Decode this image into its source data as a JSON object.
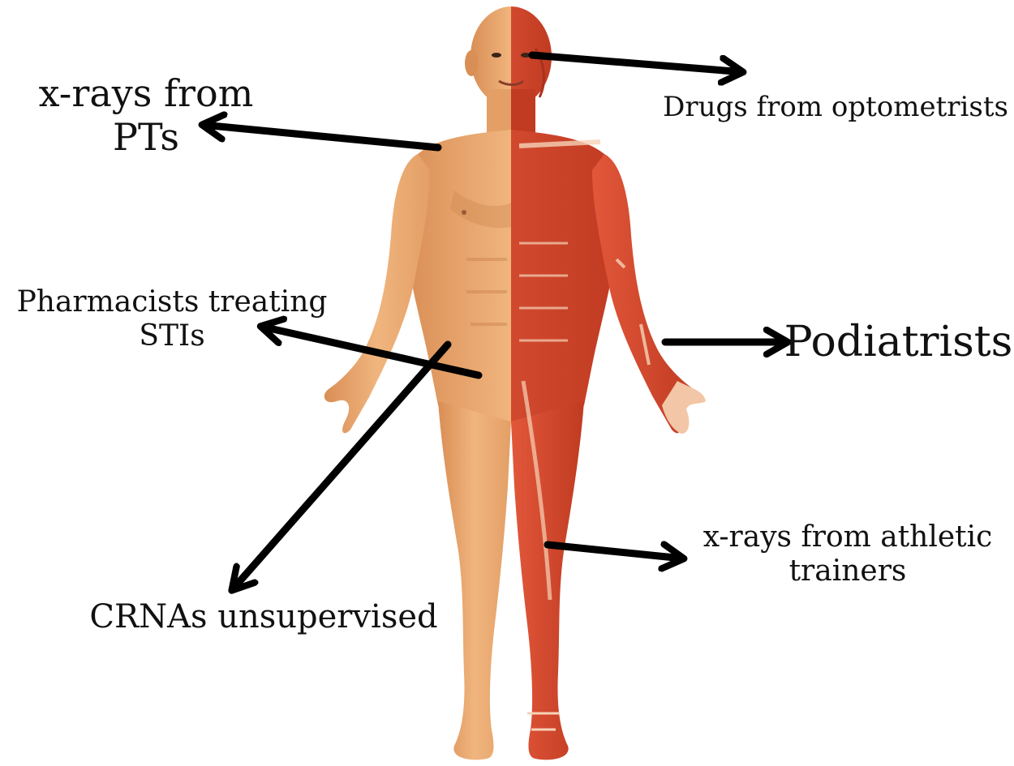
{
  "labels": {
    "xrays_pts": [
      "x-rays from",
      "PTs"
    ],
    "optometrists": [
      "Drugs from optometrists"
    ],
    "pharmacists": [
      "Pharmacists treating",
      "STIs"
    ],
    "podiatrists": [
      "Podiatrists"
    ],
    "athletic_trainers": [
      "x-rays from athletic",
      "trainers"
    ],
    "crna": [
      "CRNAs unsupervised"
    ]
  },
  "colors": {
    "skin": "#e9a66a",
    "skin_shadow": "#c9834b",
    "muscle": "#d9482b",
    "muscle_dark": "#a9321d",
    "tendon": "#f6d3b8",
    "arrow": "#000000"
  },
  "icons": {
    "figure": "human-anatomy-half-muscle-figure",
    "arrow": "arrow-icon"
  }
}
